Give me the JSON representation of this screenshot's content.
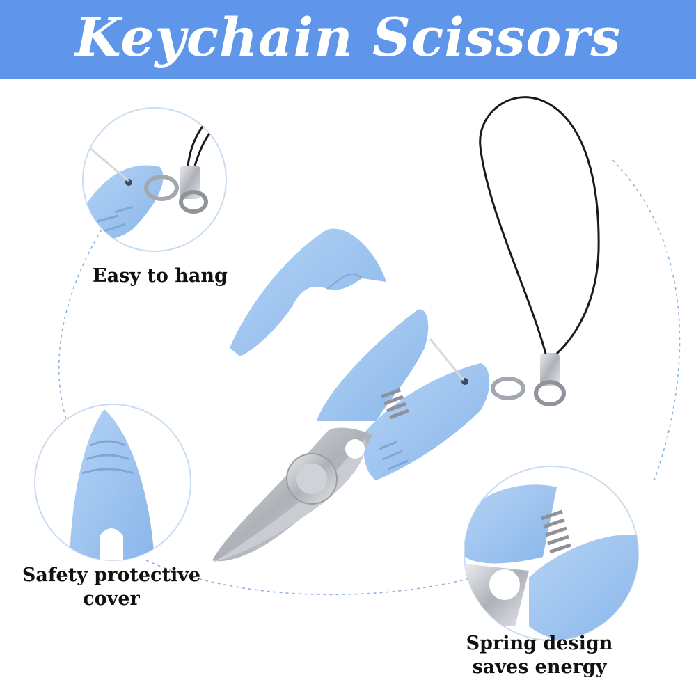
{
  "header": {
    "title": "Keychain Scissors"
  },
  "features": [
    {
      "label": "Easy to hang"
    },
    {
      "label": "Safety protective cover"
    },
    {
      "label": "Spring design saves energy"
    }
  ],
  "colors": {
    "banner": "#5f96ea",
    "product_blue": "#9dc4f0",
    "steel": "#b9bcc1",
    "cord": "#1a1a1a"
  }
}
